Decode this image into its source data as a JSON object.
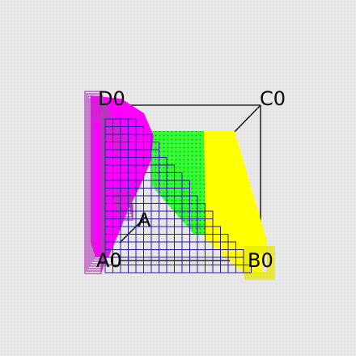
{
  "diagram": {
    "vertex_labels": {
      "back_left": "D0",
      "back_right": "C0",
      "front_left": "A0",
      "front_right": "B0",
      "center": "A"
    },
    "colors": {
      "background": "#e8e8e8",
      "edge": "#000000",
      "magenta_fill": "#ff00ff",
      "magenta_outline": "#b03cb8",
      "green_fill": "#33ff33",
      "yellow_fill": "#ffff00",
      "yellow_outline": "#e6e600",
      "blue_grid": "#2c1aa8",
      "label": "#000000"
    }
  }
}
